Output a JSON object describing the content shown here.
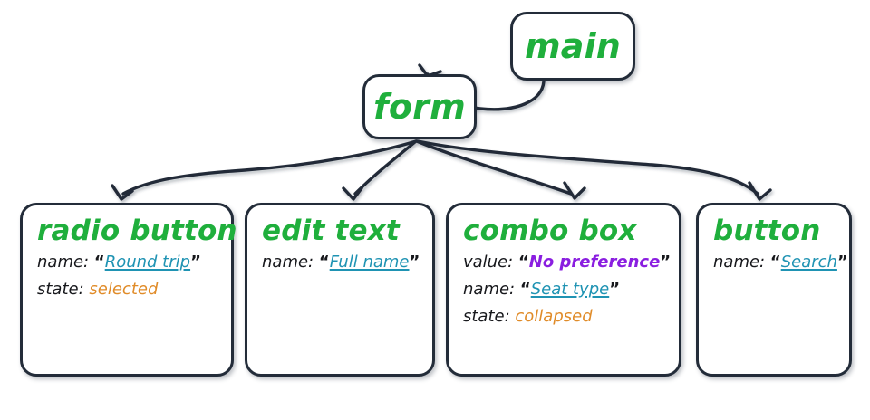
{
  "diagram": {
    "title": "accessibility-tree",
    "stroke_color": "#232c39",
    "node_title_color": "#1faf3c",
    "name_value_color": "#1f93b3",
    "value_color": "#8a1ee0",
    "state_color": "#e08b28",
    "background": "#ffffff"
  },
  "nodes": {
    "main": {
      "title": "main"
    },
    "form": {
      "title": "form"
    },
    "radio_button": {
      "title": "radio button",
      "props": [
        {
          "key": "name:",
          "value": "Round trip",
          "kind": "name",
          "quoted": true
        },
        {
          "key": "state:",
          "value": "selected",
          "kind": "state",
          "quoted": false
        }
      ]
    },
    "edit_text": {
      "title": "edit text",
      "props": [
        {
          "key": "name:",
          "value": "Full name",
          "kind": "name",
          "quoted": true
        }
      ]
    },
    "combo_box": {
      "title": "combo box",
      "props": [
        {
          "key": "value:",
          "value": "No preference",
          "kind": "value",
          "quoted": true
        },
        {
          "key": "name:",
          "value": "Seat type",
          "kind": "name",
          "quoted": true
        },
        {
          "key": "state:",
          "value": "collapsed",
          "kind": "state",
          "quoted": false
        }
      ]
    },
    "button": {
      "title": "button",
      "props": [
        {
          "key": "name:",
          "value": "Search",
          "kind": "name",
          "quoted": true
        }
      ]
    }
  },
  "edges": [
    {
      "from": "main",
      "to": "form"
    },
    {
      "from": "form",
      "to": "radio_button"
    },
    {
      "from": "form",
      "to": "edit_text"
    },
    {
      "from": "form",
      "to": "combo_box"
    },
    {
      "from": "form",
      "to": "button"
    }
  ],
  "quotes": {
    "open": "“",
    "close": "”"
  }
}
